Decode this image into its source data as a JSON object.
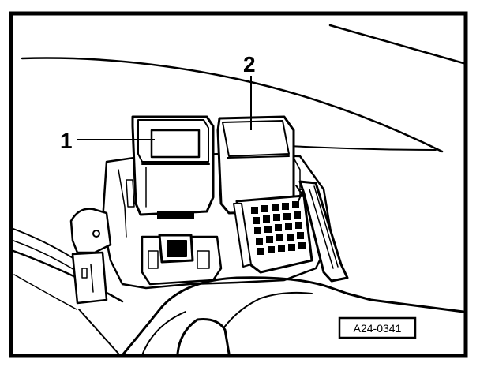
{
  "callouts": {
    "relay_1": "1",
    "relay_2": "2"
  },
  "figure_code": "A24-0341",
  "colors": {
    "line": "#000000",
    "paper": "#ffffff"
  }
}
